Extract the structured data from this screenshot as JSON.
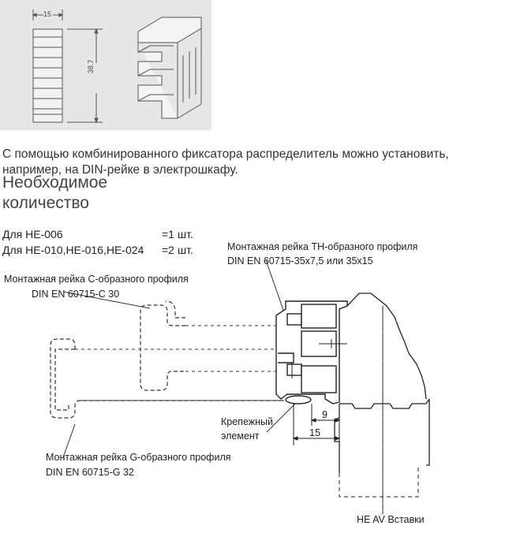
{
  "top_panel": {
    "width_dim": "15",
    "height_dim": "38.7"
  },
  "intro_text": "С помощью комбинированного фиксатора распределитель можно установить, например, на DIN-рейке в электрошкафу.",
  "heading": "Необходимое количество",
  "quantities": [
    {
      "label": "Для HE-006",
      "value": "=1 шт."
    },
    {
      "label": "Для HE-010,HE-016,HE-024",
      "value": "=2 шт."
    }
  ],
  "labels": {
    "th_rail_1": "Монтажная рейка TH-образного профиля",
    "th_rail_2": "DIN EN 60715-35x7,5 или 35x15",
    "c_rail_1": "Монтажная рейка С-образного профиля",
    "c_rail_2": "DIN EN 60715-C 30",
    "fastener_1": "Крепежный",
    "fastener_2": "элемент",
    "g_rail_1": "Монтажная рейка G-образного профиля",
    "g_rail_2": "DIN EN 60715-G 32",
    "inserts": "HE AV Вставки"
  },
  "dims": {
    "d9": "9",
    "d15": "15"
  }
}
